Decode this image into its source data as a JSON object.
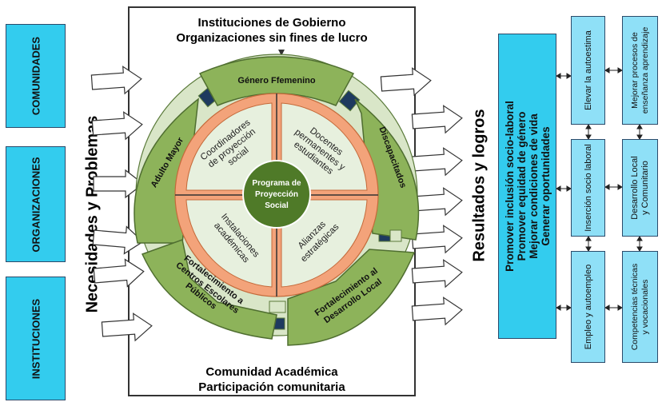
{
  "left_boxes": [
    "COMUNIDADES",
    "ORGANIZACIONES",
    "INSTITUCIONES"
  ],
  "left_title": "Necesidades y Problemas",
  "top_text": [
    "Instituciones de Gobierno",
    "Organizaciones sin fines de lucro"
  ],
  "bottom_text": [
    "Comunidad Académica",
    "Participación comunitaria"
  ],
  "ring_segments": {
    "top": "Género Ffemenino",
    "left": "Adulto Mayor",
    "right": "Discapacitados",
    "bottom_left": [
      "Fortalecimiento a",
      "Centros Escolares",
      "Públicos"
    ],
    "bottom_right": [
      "Fortalecimiento al",
      "Desarrollo Local"
    ]
  },
  "quadrants": {
    "top_left": [
      "Coordinadores",
      "de proyección",
      "social"
    ],
    "top_right": [
      "Docentes",
      "permanentes y",
      "estudiantes"
    ],
    "bottom_left": [
      "Instalaciones",
      "académicas"
    ],
    "bottom_right": [
      "Alianzas",
      "estratégicas"
    ]
  },
  "center": [
    "Programa de",
    "Proyección",
    "Social"
  ],
  "right_title": "Resultados y logros",
  "results_box": [
    "Promover inclusión socio-laboral",
    "Promover equidad de género",
    "Mejorar condiciones de vida",
    "Generar oportunidades"
  ],
  "outcome_boxes": {
    "col1": [
      "Elevar la autoestima",
      "Inserción socio laboral",
      "Empleo y autoempleo"
    ],
    "col2": [
      [
        "Mejorar procesos de",
        "enseñanza aprendizaje"
      ],
      [
        "Desarrollo Local",
        "y Comunitario"
      ],
      [
        "Competencias técnicas",
        "y vocacionales"
      ]
    ]
  },
  "colors": {
    "cyan": "#33ccee",
    "light_cyan": "#8fe0f7",
    "ring_green": "#8db35a",
    "center_green": "#4f7a28",
    "orange_band": "#f3a37a",
    "quad_fill": "#e7f0de",
    "navy_block": "#1e3a5f"
  }
}
